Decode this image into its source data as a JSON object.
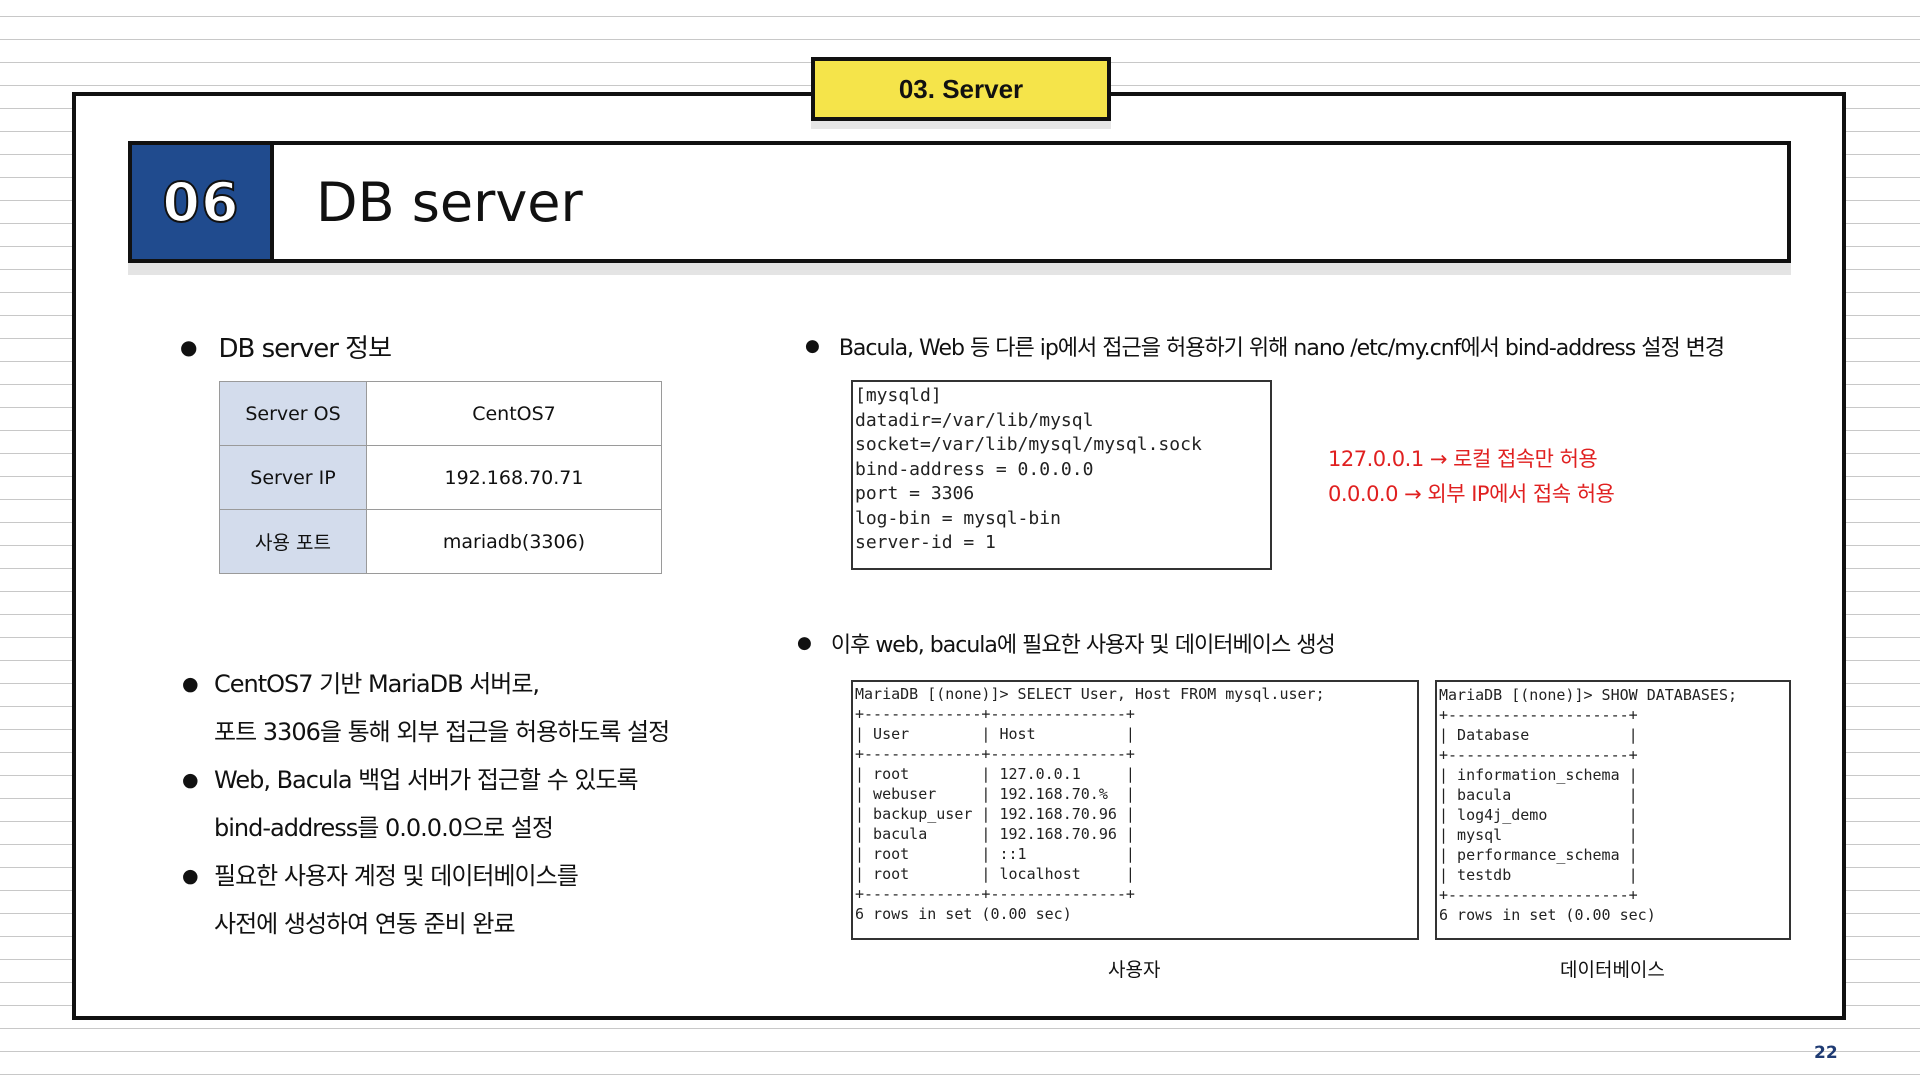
{
  "section_tag": "03. Server",
  "title": {
    "number": "06",
    "text": "DB server"
  },
  "info": {
    "heading": "DB server 정보",
    "rows": [
      {
        "key": "Server OS",
        "value": "CentOS7"
      },
      {
        "key": "Server IP",
        "value": "192.168.70.71"
      },
      {
        "key": "사용 포트",
        "value": "mariadb(3306)"
      }
    ]
  },
  "description": [
    {
      "line1": "CentOS7 기반 MariaDB 서버로,",
      "line2": "포트 3306을 통해 외부 접근을 허용하도록 설정"
    },
    {
      "line1": "Web, Bacula 백업 서버가 접근할 수 있도록",
      "line2": "bind-address를 0.0.0.0으로 설정"
    },
    {
      "line1": "필요한 사용자 계정 및 데이터베이스를",
      "line2": "사전에 생성하여 연동 준비 완료"
    }
  ],
  "bind_section": {
    "heading": "Bacula, Web 등 다른 ip에서 접근을 허용하기 위해 nano /etc/my.cnf에서 bind-address 설정 변경",
    "config": "[mysqld]\ndatadir=/var/lib/mysql\nsocket=/var/lib/mysql/mysql.sock\nbind-address = 0.0.0.0\nport = 3306\nlog-bin = mysql-bin\nserver-id = 1",
    "note1": "127.0.0.1 → 로컬 접속만 허용",
    "note2": "0.0.0.0 → 외부 IP에서 접속 허용",
    "note_color": "#e02020"
  },
  "create_section": {
    "heading": "이후 web, bacula에 필요한 사용자 및 데이터베이스 생성",
    "users_output": "MariaDB [(none)]> SELECT User, Host FROM mysql.user;\n+-------------+---------------+\n| User        | Host          |\n+-------------+---------------+\n| root        | 127.0.0.1     |\n| webuser     | 192.168.70.%  |\n| backup_user | 192.168.70.96 |\n| bacula      | 192.168.70.96 |\n| root        | ::1           |\n| root        | localhost     |\n+-------------+---------------+\n6 rows in set (0.00 sec)",
    "dbs_output": "MariaDB [(none)]> SHOW DATABASES;\n+--------------------+\n| Database           |\n+--------------------+\n| information_schema |\n| bacula             |\n| log4j_demo         |\n| mysql              |\n| performance_schema |\n| testdb             |\n+--------------------+\n6 rows in set (0.00 sec)",
    "caption_users": "사용자",
    "caption_dbs": "데이터베이스"
  },
  "page_number": "22",
  "colors": {
    "accent_blue": "#204b8e",
    "tag_yellow": "#f5e44a",
    "table_header": "#d3dcec"
  }
}
